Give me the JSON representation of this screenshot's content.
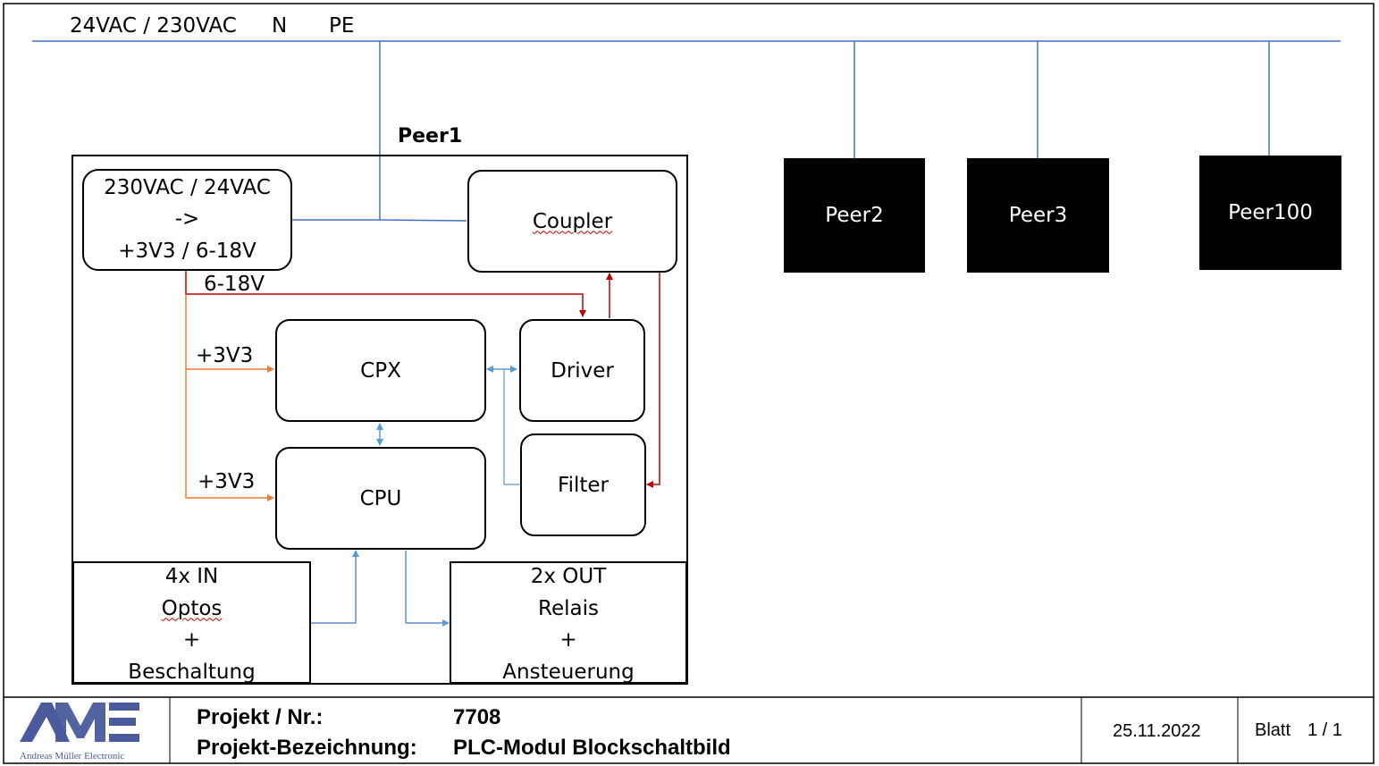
{
  "bus": {
    "label_supply": "24VAC / 230VAC",
    "label_n": "N",
    "label_pe": "PE"
  },
  "peer1": {
    "title": "Peer1",
    "psu_lines": [
      "230VAC / 24VAC",
      "->",
      "+3V3 / 6-18V"
    ],
    "coupler": "Coupler",
    "cpx": "CPX",
    "driver": "Driver",
    "cpu": "CPU",
    "filter": "Filter",
    "rail_6_18v": "6-18V",
    "rail_3v3_cpx": "+3V3",
    "rail_3v3_cpu": "+3V3",
    "inputs_lines": [
      "4x IN",
      "Optos",
      "+",
      "Beschaltung"
    ],
    "outputs_lines": [
      "2x OUT",
      "Relais",
      "+",
      "Ansteuerung"
    ]
  },
  "peers": [
    {
      "label": "Peer2"
    },
    {
      "label": "Peer3"
    },
    {
      "label": "Peer100"
    }
  ],
  "colors": {
    "bus_blue": "#4472c4",
    "power_red": "#c00000",
    "power_orange": "#ed7d31",
    "signal_blue": "#5b9bd5",
    "logo_blue": "#4a5a9c"
  },
  "title_block": {
    "logo_text": "AME",
    "logo_caption": "Andreas Müller Electronic",
    "project_label": "Projekt / Nr.:",
    "project_value": "7708",
    "designation_label": "Projekt-Bezeichnung:",
    "designation_value": "PLC-Modul Blockschaltbild",
    "date": "25.11.2022",
    "sheet_label": "Blatt",
    "sheet_value": "1 / 1"
  }
}
